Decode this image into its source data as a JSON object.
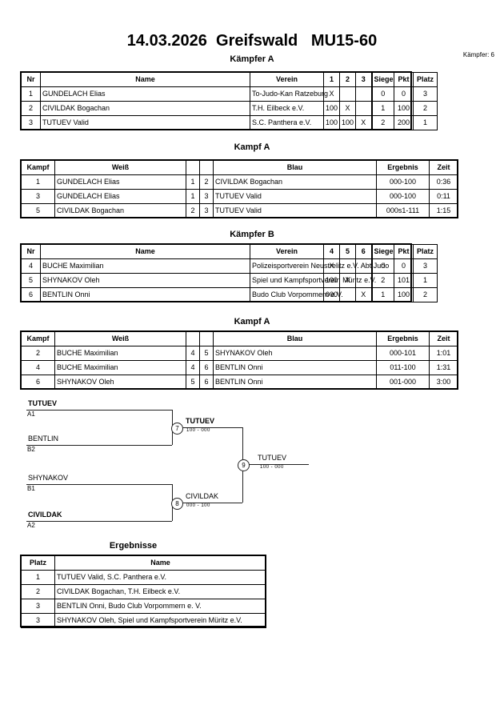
{
  "header": {
    "title": "14.03.2026  Greifswald   MU15-60",
    "fighters_count": "Kämpfer: 6"
  },
  "pool_a": {
    "heading": "Kämpfer A",
    "columns": [
      "Nr",
      "Name",
      "Verein",
      "1",
      "2",
      "3",
      "Siege",
      "Pkt",
      "Platz"
    ],
    "rows": [
      {
        "nr": "1",
        "name": "GUNDELACH Elias",
        "verein": "To-Judo-Kan Ratzeburg",
        "m1": "X",
        "m2": "",
        "m3": "",
        "siege": "0",
        "pkt": "0",
        "platz": "3"
      },
      {
        "nr": "2",
        "name": "CIVILDAK Bogachan",
        "verein": "T.H. Eilbeck e.V.",
        "m1": "100",
        "m2": "X",
        "m3": "",
        "siege": "1",
        "pkt": "100",
        "platz": "2"
      },
      {
        "nr": "3",
        "name": "TUTUEV Valid",
        "verein": "S.C. Panthera e.V.",
        "m1": "100",
        "m2": "100",
        "m3": "X",
        "siege": "2",
        "pkt": "200",
        "platz": "1"
      }
    ]
  },
  "fights_a": {
    "heading": "Kampf A",
    "columns": [
      "Kampf",
      "Weiß",
      "",
      "",
      "Blau",
      "Ergebnis",
      "Zeit"
    ],
    "rows": [
      {
        "kampf": "1",
        "weiss": "GUNDELACH Elias",
        "weiss_nr": "1",
        "blau_nr": "2",
        "blau": "CIVILDAK Bogachan",
        "ergebnis": "000-100",
        "zeit": "0:36",
        "winner": "blau"
      },
      {
        "kampf": "3",
        "weiss": "GUNDELACH Elias",
        "weiss_nr": "1",
        "blau_nr": "3",
        "blau": "TUTUEV Valid",
        "ergebnis": "000-100",
        "zeit": "0:11",
        "winner": "blau"
      },
      {
        "kampf": "5",
        "weiss": "CIVILDAK Bogachan",
        "weiss_nr": "2",
        "blau_nr": "3",
        "blau": "TUTUEV Valid",
        "ergebnis": "000s1-111",
        "zeit": "1:15",
        "winner": "blau"
      }
    ]
  },
  "pool_b": {
    "heading": "Kämpfer B",
    "columns": [
      "Nr",
      "Name",
      "Verein",
      "4",
      "5",
      "6",
      "Siege",
      "Pkt",
      "Platz"
    ],
    "rows": [
      {
        "nr": "4",
        "name": "BUCHE Maximilian",
        "verein": "Polizeisportverein Neustrelitz e.V. Abt Judo",
        "m1": "X",
        "m2": "",
        "m3": "",
        "siege": "0",
        "pkt": "0",
        "platz": "3"
      },
      {
        "nr": "5",
        "name": "SHYNAKOV Oleh",
        "verein": "Spiel und Kampfsportverein Müritz e.V.",
        "m1": "100",
        "m2": "X",
        "m3": "",
        "siege": "2",
        "pkt": "101",
        "platz": "1"
      },
      {
        "nr": "6",
        "name": "BENTLIN Onni",
        "verein": "Budo Club Vorpommern e.V.",
        "m1": "000",
        "m2": "",
        "m3": "X",
        "siege": "1",
        "pkt": "100",
        "platz": "2"
      }
    ]
  },
  "fights_b": {
    "heading": "Kampf A",
    "columns": [
      "Kampf",
      "Weiß",
      "",
      "",
      "Blau",
      "Ergebnis",
      "Zeit"
    ],
    "rows": [
      {
        "kampf": "2",
        "weiss": "BUCHE Maximilian",
        "weiss_nr": "4",
        "blau_nr": "5",
        "blau": "SHYNAKOV Oleh",
        "ergebnis": "000-101",
        "zeit": "1:01",
        "winner": "blau"
      },
      {
        "kampf": "4",
        "weiss": "BUCHE Maximilian",
        "weiss_nr": "4",
        "blau_nr": "6",
        "blau": "BENTLIN Onni",
        "ergebnis": "011-100",
        "zeit": "1:31",
        "winner": "blau"
      },
      {
        "kampf": "6",
        "weiss": "SHYNAKOV Oleh",
        "weiss_nr": "5",
        "blau_nr": "6",
        "blau": "BENTLIN Onni",
        "ergebnis": "001-000",
        "zeit": "3:00",
        "winner": "weiss"
      }
    ]
  },
  "bracket": {
    "entries": [
      {
        "name": "TUTUEV",
        "seed": "A1",
        "bold": true
      },
      {
        "name": "BENTLIN",
        "seed": "B2",
        "bold": false
      },
      {
        "name": "SHYNAKOV",
        "seed": "B1",
        "bold": false
      },
      {
        "name": "CIVILDAK",
        "seed": "A2",
        "bold": true
      }
    ],
    "matches": [
      {
        "number": "7",
        "winner": "TUTUEV",
        "score": "100 - 000"
      },
      {
        "number": "8",
        "winner": "CIVILDAK",
        "score": "000 - 100"
      },
      {
        "number": "9",
        "winner": "TUTUEV",
        "score": "100 - 000"
      }
    ]
  },
  "results": {
    "heading": "Ergebnisse",
    "columns": [
      "Platz",
      "Name"
    ],
    "rows": [
      {
        "platz": "1",
        "name": "TUTUEV Valid, S.C. Panthera e.V."
      },
      {
        "platz": "2",
        "name": "CIVILDAK Bogachan, T.H. Eilbeck e.V."
      },
      {
        "platz": "3",
        "name": "BENTLIN Onni, Budo Club Vorpommern e. V."
      },
      {
        "platz": "3",
        "name": "SHYNAKOV Oleh, Spiel und Kampfsportverein Müritz e.V."
      }
    ]
  }
}
